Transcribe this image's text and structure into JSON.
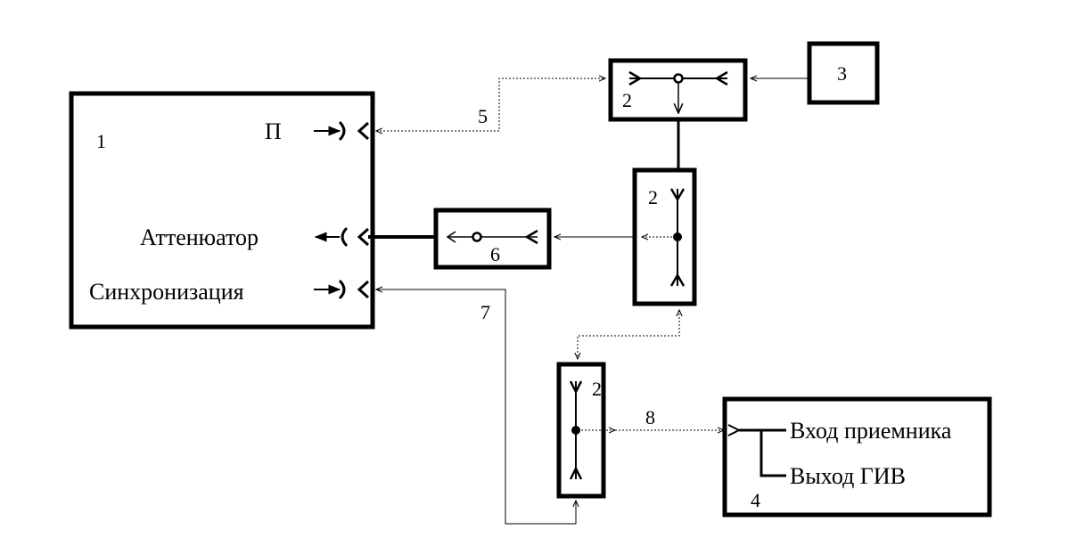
{
  "block1": {
    "number": "1",
    "port_p": "П",
    "port_attenuator": "Аттенюатор",
    "port_sync": "Синхронизация"
  },
  "splitter_top": {
    "number": "2"
  },
  "splitter_mid": {
    "number": "2"
  },
  "splitter_bottom": {
    "number": "2"
  },
  "block3": {
    "number": "3"
  },
  "block4": {
    "number": "4",
    "receiver_input": "Вход приемника",
    "giv_output": "Выход ГИВ"
  },
  "lines": {
    "line5": "5",
    "line6": "6",
    "line7": "7",
    "line8": "8"
  },
  "colors": {
    "ink": "#000000",
    "background": "#ffffff"
  }
}
